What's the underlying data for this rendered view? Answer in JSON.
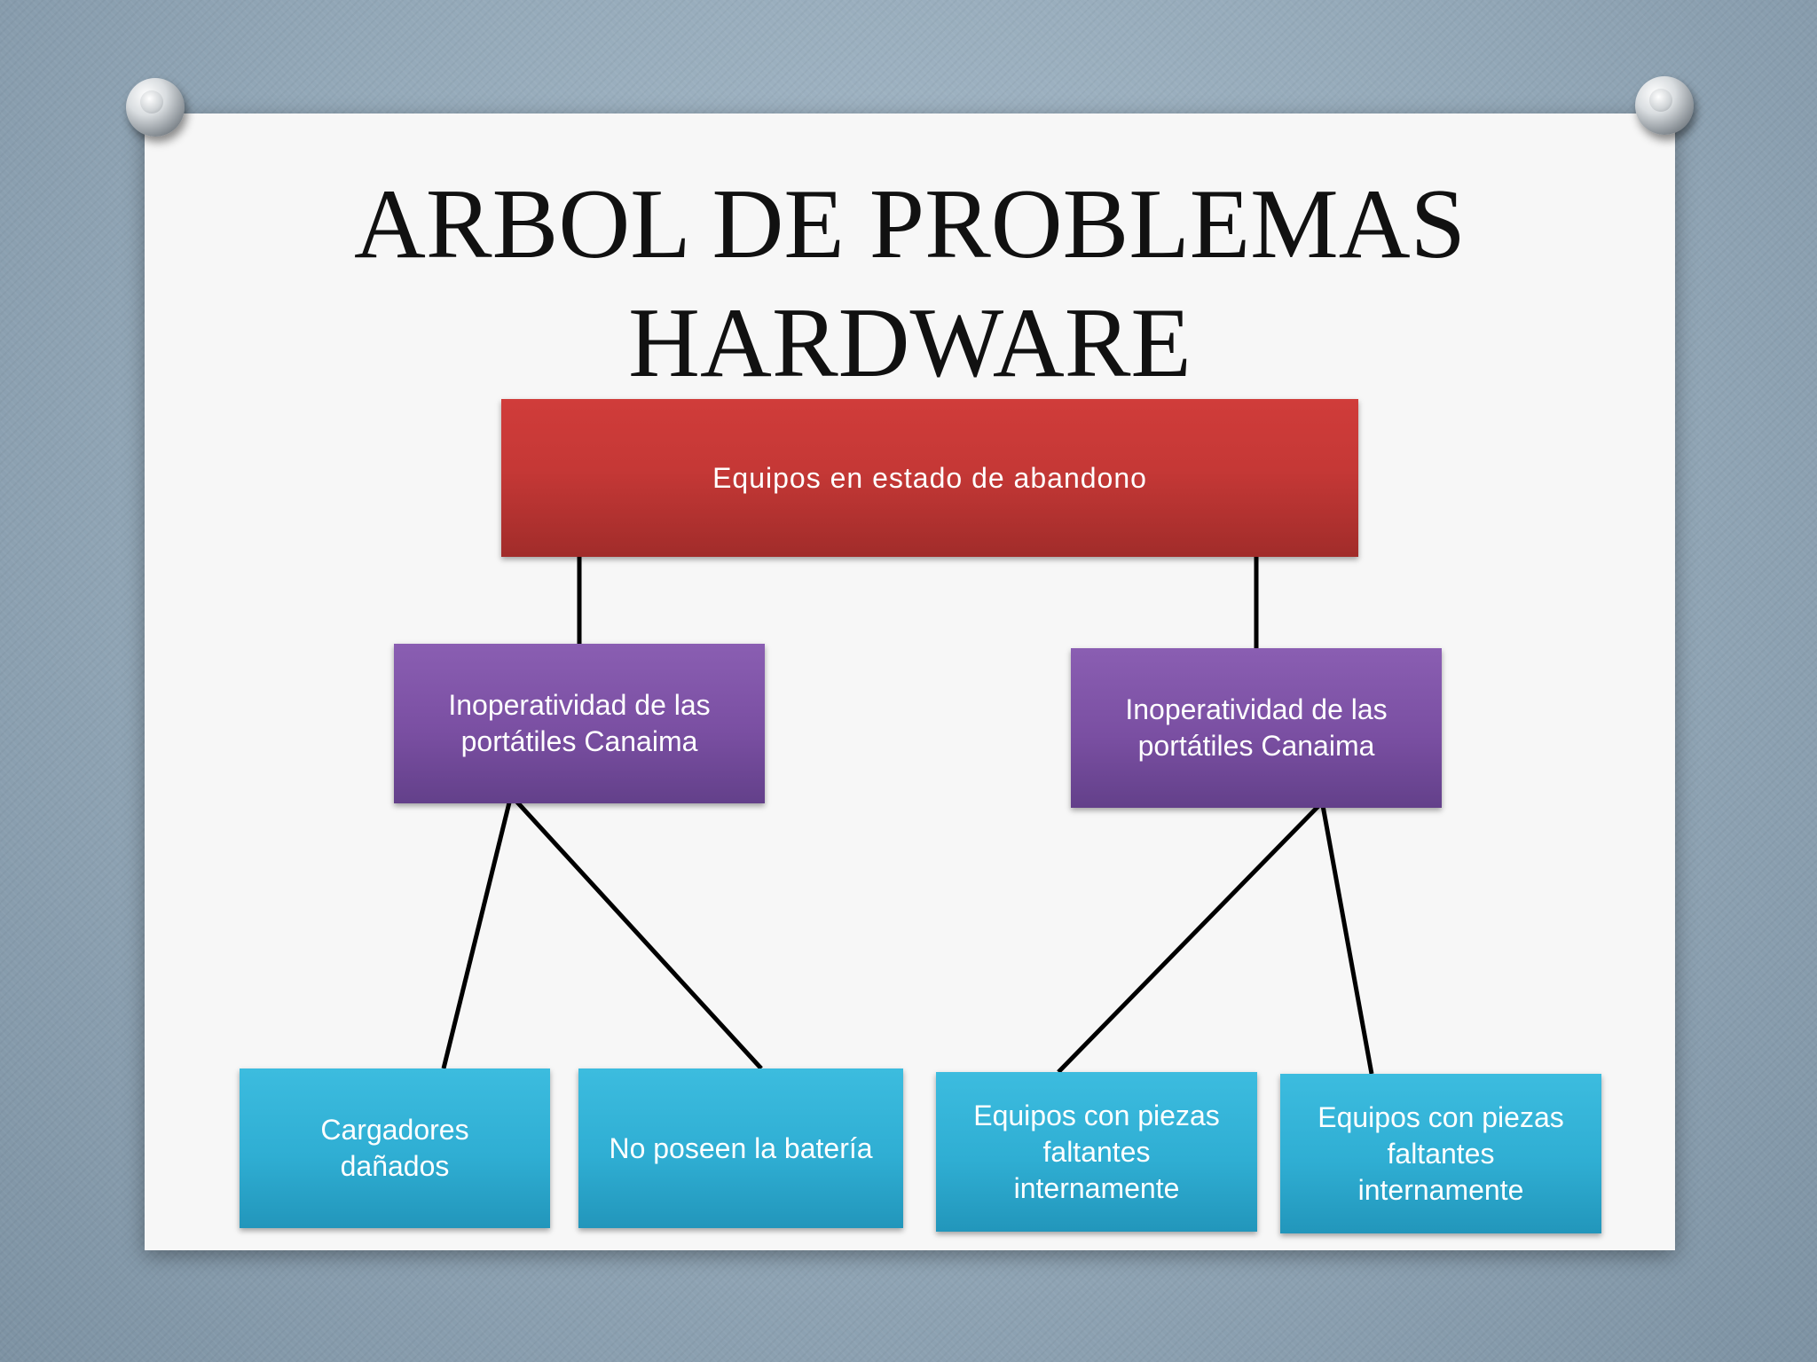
{
  "title": {
    "line1": "ARBOL DE PROBLEMAS",
    "line2": "HARDWARE"
  },
  "tree": {
    "root": "Equipos en estado de abandono",
    "branches": [
      "Inoperatividad de las\nportátiles Canaima",
      "Inoperatividad de las\nportátiles Canaima"
    ],
    "leaves": [
      "Cargadores\ndañados",
      "No poseen la batería",
      "Equipos con piezas\nfaltantes\ninternamente",
      "Equipos con piezas\nfaltantes\ninternamente"
    ]
  },
  "colors": {
    "root": "#c53836",
    "branch": "#7a4fa2",
    "leaf": "#2faed3",
    "connector": "#000000"
  }
}
